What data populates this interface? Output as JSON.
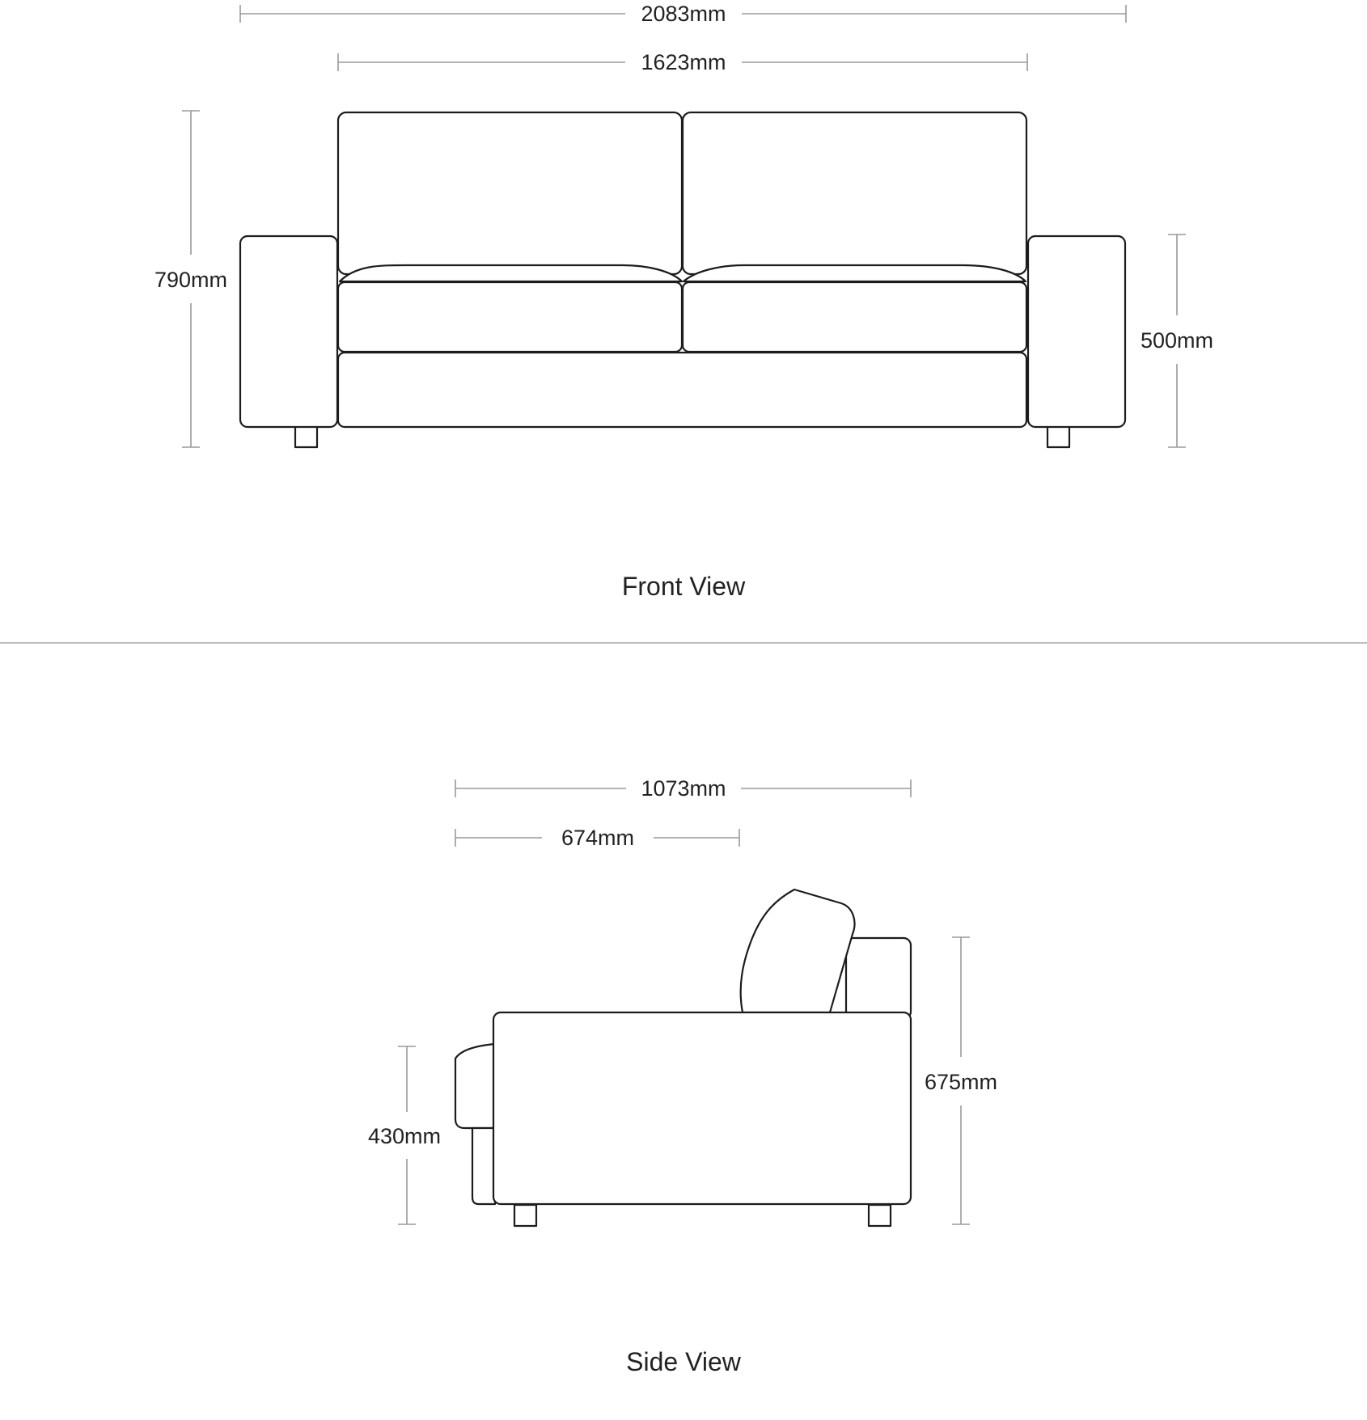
{
  "front_view": {
    "title": "Front View",
    "dimensions": {
      "overall_width": "2083mm",
      "seat_width": "1623mm",
      "overall_height": "790mm",
      "arm_height": "500mm"
    }
  },
  "side_view": {
    "title": "Side View",
    "dimensions": {
      "overall_depth": "1073mm",
      "seat_depth": "674mm",
      "seat_height": "430mm",
      "back_height": "675mm"
    }
  },
  "colors": {
    "outline": "#1c1c1c",
    "dimension_line": "#9a9a9a",
    "divider": "#bdbdbd",
    "background": "#ffffff"
  }
}
